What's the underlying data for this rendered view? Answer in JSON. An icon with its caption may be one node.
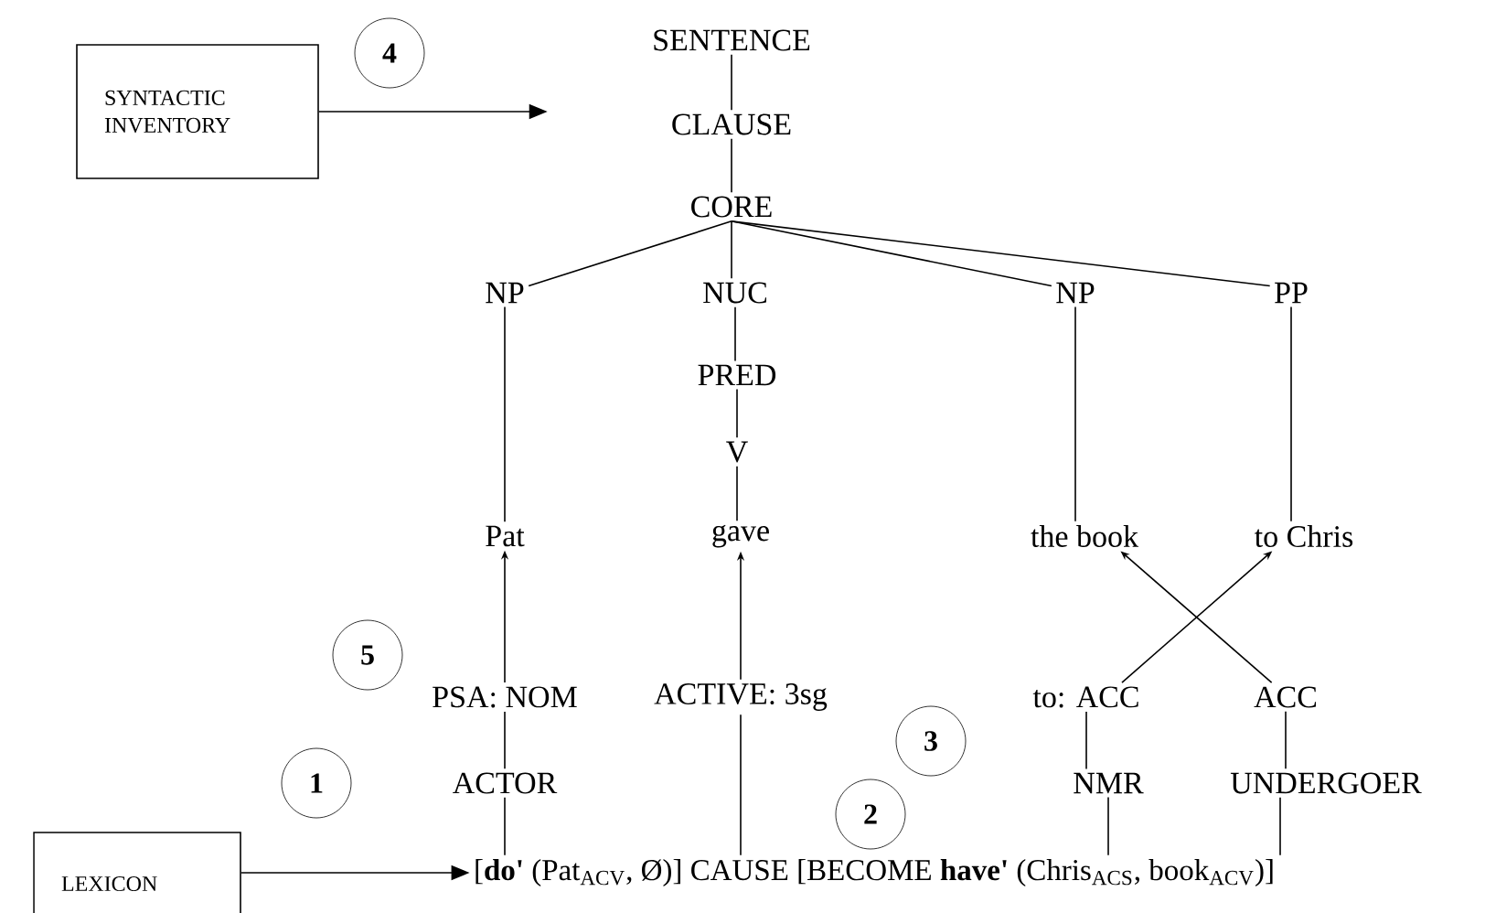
{
  "diagram": {
    "nodes": [
      {
        "text": [
          "SYNTACTIC INVENTORY"
        ]
      },
      {
        "text": [
          "4"
        ]
      },
      {
        "text": [
          "SENTENCE"
        ]
      },
      {
        "text": [
          "CLAUSE"
        ]
      },
      {
        "text": [
          "CORE"
        ]
      },
      {
        "text": [
          "NP"
        ]
      },
      {
        "text": [
          "NUC"
        ]
      },
      {
        "text": [
          "NP"
        ]
      },
      {
        "text": [
          "PP"
        ]
      },
      {
        "text": [
          "PRED"
        ]
      },
      {
        "text": [
          "V"
        ]
      },
      {
        "text": [
          "Pat"
        ]
      },
      {
        "text": [
          "gave"
        ]
      },
      {
        "text": [
          "the book"
        ]
      },
      {
        "text": [
          "to Chris"
        ]
      },
      {
        "text": [
          "5"
        ]
      },
      {
        "text": [
          "PSA: NOM"
        ]
      },
      {
        "text": [
          "ACTIVE: 3sg"
        ]
      },
      {
        "text": [
          "to: ACC"
        ]
      },
      {
        "text": [
          "ACC"
        ]
      },
      {
        "text": [
          "1"
        ]
      },
      {
        "text": [
          "ACTOR"
        ]
      },
      {
        "text": [
          "3"
        ]
      },
      {
        "text": [
          "2"
        ]
      },
      {
        "text": [
          "NMR"
        ]
      },
      {
        "text": [
          "UNDERGOER"
        ]
      },
      {
        "text": [
          "LEXICON"
        ]
      },
      {
        "text": [
          "[**do'** (Pat$_{ACV}$, Ø)] CAUSE [BECOME **have'** (Chris$_{ACS}$, book$_{ACV}$)]"
        ]
      }
    ],
    "edges": [
      {
        "from": 0,
        "to": 2,
        "arrow": "to"
      },
      {
        "from": 2,
        "to": 3,
        "arrow": "none"
      },
      {
        "from": 3,
        "to": 4,
        "arrow": "none"
      },
      {
        "from": 4,
        "to": 5,
        "arrow": "none"
      },
      {
        "from": 4,
        "to": 6,
        "arrow": "none"
      },
      {
        "from": 4,
        "to": 7,
        "arrow": "none"
      },
      {
        "from": 4,
        "to": 8,
        "arrow": "none"
      },
      {
        "from": 6,
        "to": 9,
        "arrow": "none"
      },
      {
        "from": 9,
        "to": 10,
        "arrow": "none"
      },
      {
        "from": 10,
        "to": 12,
        "arrow": "none"
      },
      {
        "from": 5,
        "to": 11,
        "arrow": "none"
      },
      {
        "from": 7,
        "to": 13,
        "arrow": "none"
      },
      {
        "from": 8,
        "to": 14,
        "arrow": "none"
      },
      {
        "from": 16,
        "to": 11,
        "arrow": "to"
      },
      {
        "from": 17,
        "to": 12,
        "arrow": "to"
      },
      {
        "from": 18,
        "to": 14,
        "arrow": "to"
      },
      {
        "from": 19,
        "to": 13,
        "arrow": "to"
      },
      {
        "from": 16,
        "to": 21,
        "arrow": "none"
      },
      {
        "from": 21,
        "to": 27,
        "arrow": "none"
      },
      {
        "from": 17,
        "to": 27,
        "arrow": "none"
      },
      {
        "from": 18,
        "to": 24,
        "arrow": "none"
      },
      {
        "from": 24,
        "to": 27,
        "arrow": "none"
      },
      {
        "from": 19,
        "to": 25,
        "arrow": "none"
      },
      {
        "from": 25,
        "to": 27,
        "arrow": "none"
      },
      {
        "from": 26,
        "to": 27,
        "arrow": "to"
      }
    ]
  }
}
